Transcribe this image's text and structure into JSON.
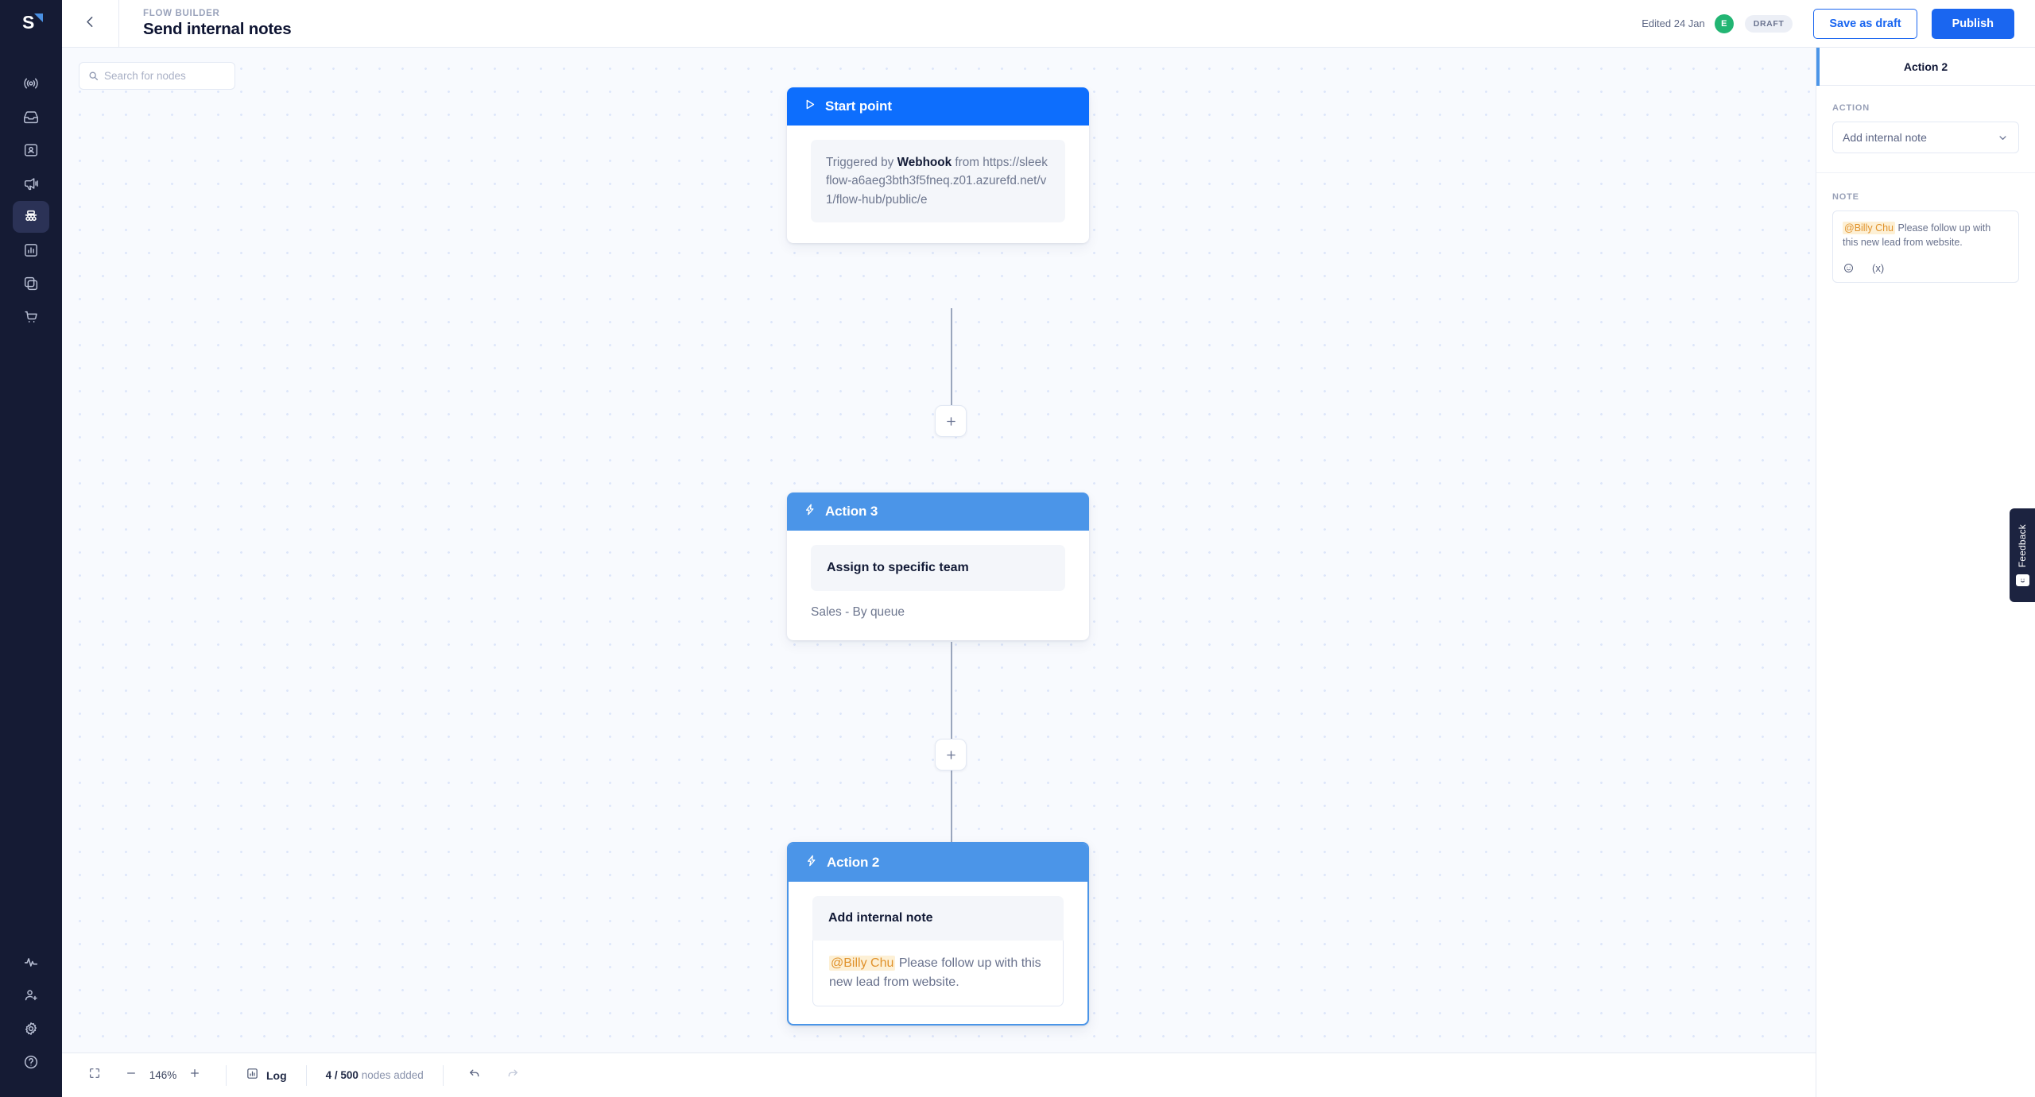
{
  "brand": {
    "logo_letter": "S",
    "accent": "#4a90e2",
    "rail_bg": "#151b34"
  },
  "header": {
    "back_icon": "arrow-left-icon",
    "eyebrow": "FLOW BUILDER",
    "title": "Send internal notes",
    "edited_text": "Edited 24 Jan",
    "avatar_initial": "E",
    "avatar_color": "#22b573",
    "status_badge": "DRAFT",
    "save_label": "Save as draft",
    "publish_label": "Publish",
    "publish_color": "#1a66f0"
  },
  "search": {
    "placeholder": "Search for nodes",
    "icon": "search-icon"
  },
  "flow": {
    "nodes": [
      {
        "id": "start",
        "icon": "play-icon",
        "title": "Start point",
        "header_color": "#0d6efd",
        "trigger_prefix": "Triggered by ",
        "trigger_bold": "Webhook",
        "trigger_mid": " from ",
        "trigger_url": "https://sleekflow-a6aeg3bth3f5fneq.z01.azurefd.net/v1/flow-hub/public/e"
      },
      {
        "id": "action3",
        "icon": "bolt-icon",
        "title": "Action 3",
        "header_color": "#4b95e8",
        "action_name": "Assign to specific team",
        "action_detail": "Sales - By queue"
      },
      {
        "id": "action2",
        "icon": "bolt-icon",
        "title": "Action 2",
        "header_color": "#4b95e8",
        "action_name": "Add internal note",
        "note_mention": "@Billy Chu",
        "note_body": "Please follow up with this new lead from website.",
        "selected": true
      }
    ],
    "add_button_label": "+",
    "delete_icon": "trash-icon",
    "delete_color": "#e0922c"
  },
  "bottombar": {
    "fit_icon": "fit-screen-icon",
    "zoom_out_icon": "minus-icon",
    "zoom_level": "146%",
    "zoom_in_icon": "plus-icon",
    "log_icon": "chart-icon",
    "log_label": "Log",
    "nodes_count": "4 / 500",
    "nodes_count_suffix": " nodes added",
    "undo_icon": "undo-icon",
    "redo_icon": "redo-icon"
  },
  "rightpanel": {
    "title": "Action 2",
    "accent_color": "#4b95e8",
    "action_label": "ACTION",
    "action_value": "Add internal note",
    "chevron_icon": "chevron-down-icon",
    "note_label": "NOTE",
    "note_mention": "@Billy Chu",
    "note_body": " Please follow up with this new lead from website.",
    "emoji_icon": "emoji-icon",
    "variable_icon": "variable-icon",
    "variable_glyph": "(x)"
  },
  "feedback": {
    "label": "Feedback",
    "icon": "feedback-smiley-icon"
  },
  "rail": {
    "items": [
      {
        "name": "broadcast",
        "icon": "broadcast-icon",
        "active": false
      },
      {
        "name": "inbox",
        "icon": "inbox-icon",
        "active": false
      },
      {
        "name": "contacts",
        "icon": "contact-card-icon",
        "active": false
      },
      {
        "name": "campaigns",
        "icon": "megaphone-icon",
        "active": false
      },
      {
        "name": "flow-builder",
        "icon": "flow-builder-icon",
        "active": true
      },
      {
        "name": "analytics",
        "icon": "bar-chart-icon",
        "active": false
      },
      {
        "name": "integrations",
        "icon": "layers-icon",
        "active": false
      },
      {
        "name": "commerce",
        "icon": "cart-icon",
        "active": false
      }
    ],
    "bottom_items": [
      {
        "name": "activity",
        "icon": "pulse-icon"
      },
      {
        "name": "invite-user",
        "icon": "user-plus-icon"
      },
      {
        "name": "settings",
        "icon": "gear-icon"
      },
      {
        "name": "help",
        "icon": "help-circle-icon"
      }
    ]
  }
}
